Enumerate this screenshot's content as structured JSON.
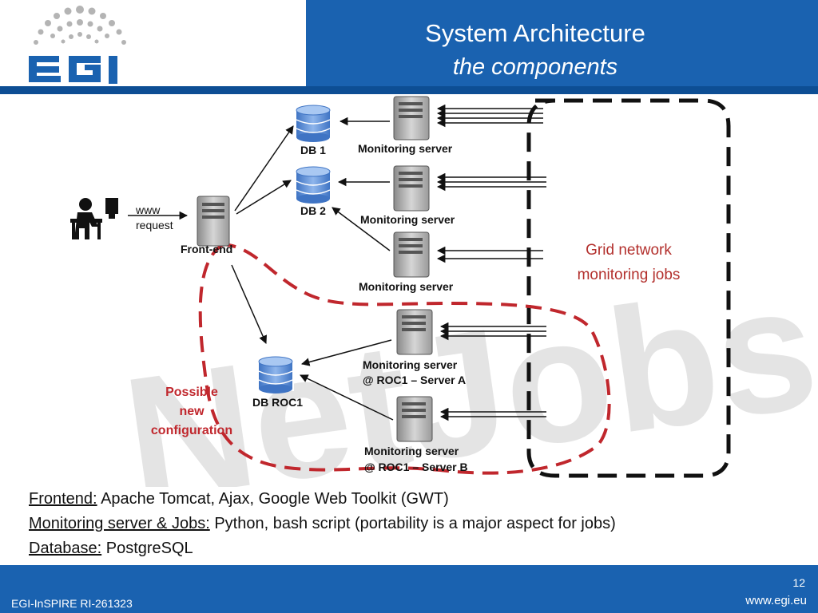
{
  "header": {
    "title": "System Architecture",
    "subtitle": "the components"
  },
  "logo": {
    "text": "egi"
  },
  "watermark": {
    "text": "NetJobs"
  },
  "diagram": {
    "db1_label": "DB 1",
    "db2_label": "DB 2",
    "dbroc1_label": "DB ROC1",
    "mon1_label": "Monitoring server",
    "mon2_label": "Monitoring server",
    "mon3_label": "Monitoring server",
    "mon_a_label": "Monitoring server",
    "mon_a_sub": "@ ROC1 – Server A",
    "mon_b_label": "Monitoring server",
    "mon_b_sub": "@ ROC1 – Server B",
    "frontend_label": "Front-end",
    "www_label": "www",
    "request_label": "request",
    "grid_line1": "Grid network",
    "grid_line2": "monitoring jobs",
    "possible_line1": "Possible",
    "possible_line2": "new",
    "possible_line3": "configuration"
  },
  "notes": [
    {
      "key": "Frontend:",
      "text": " Apache Tomcat, Ajax, Google Web Toolkit (GWT)"
    },
    {
      "key": "Monitoring server & Jobs:",
      "text": " Python, bash script (portability is a major aspect for jobs)"
    },
    {
      "key": "Database:",
      "text": " PostgreSQL"
    }
  ],
  "footer": {
    "left": "EGI-InSPIRE RI-261323",
    "right": "www.egi.eu",
    "page": "12"
  },
  "colors": {
    "header": "#1a62b0",
    "accent_red": "#c0272d",
    "grid_text": "#b3302d",
    "db_blue": "#5b8fd6"
  }
}
